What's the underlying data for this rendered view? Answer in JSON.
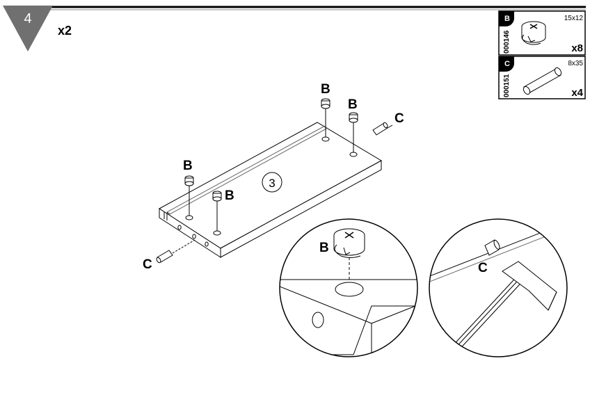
{
  "step": {
    "number": "4",
    "multiplier": "x2"
  },
  "parts": [
    {
      "letter": "B",
      "code": "000146",
      "size": "15x12",
      "qty": "x8",
      "icon": "cam-lock-icon"
    },
    {
      "letter": "C",
      "code": "000151",
      "size": "8x35",
      "qty": "x4",
      "icon": "wooden-dowel-icon"
    }
  ],
  "board": {
    "number": "3"
  },
  "callouts": {
    "b1": "B",
    "b2": "B",
    "b3": "B",
    "b4": "B",
    "c1": "C",
    "c2": "C",
    "detail_b": "B",
    "detail_c": "C"
  }
}
